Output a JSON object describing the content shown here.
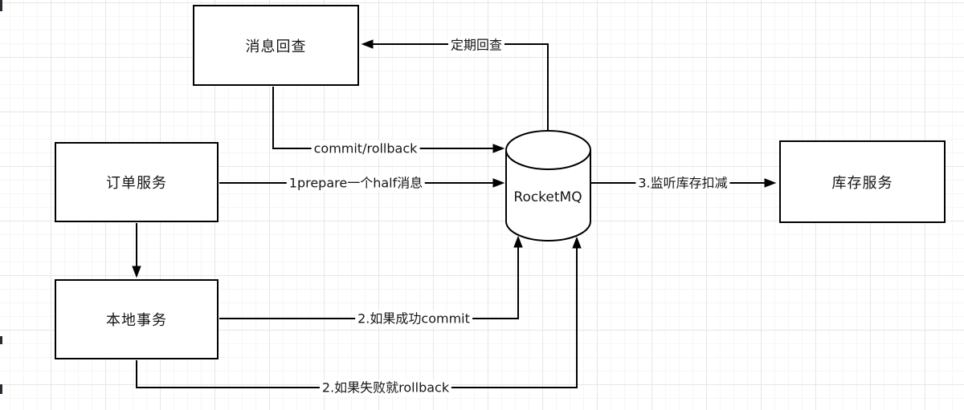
{
  "diagram": {
    "title": "RocketMQ transactional message flow",
    "nodes": {
      "message_check": {
        "label": "消息回查"
      },
      "order_service": {
        "label": "订单服务"
      },
      "local_transaction": {
        "label": "本地事务"
      },
      "inventory_service": {
        "label": "库存服务"
      },
      "rocketmq": {
        "label": "RocketMQ"
      }
    },
    "edges": {
      "periodic_check": {
        "label": "定期回查"
      },
      "commit_rollback": {
        "label": "commit/rollback"
      },
      "prepare_half": {
        "label": "1prepare一个half消息"
      },
      "listen_inventory": {
        "label": "3.监听库存扣减"
      },
      "commit_on_success": {
        "label": "2.如果成功commit"
      },
      "rollback_on_fail": {
        "label": "2.如果失败就rollback"
      }
    },
    "colors": {
      "line": "#000000",
      "node_fill": "#ffffff",
      "node_border": "#000000",
      "grid_major": "#e7e6e6",
      "grid_minor": "#f7f6f6",
      "background": "#ffffff"
    }
  }
}
